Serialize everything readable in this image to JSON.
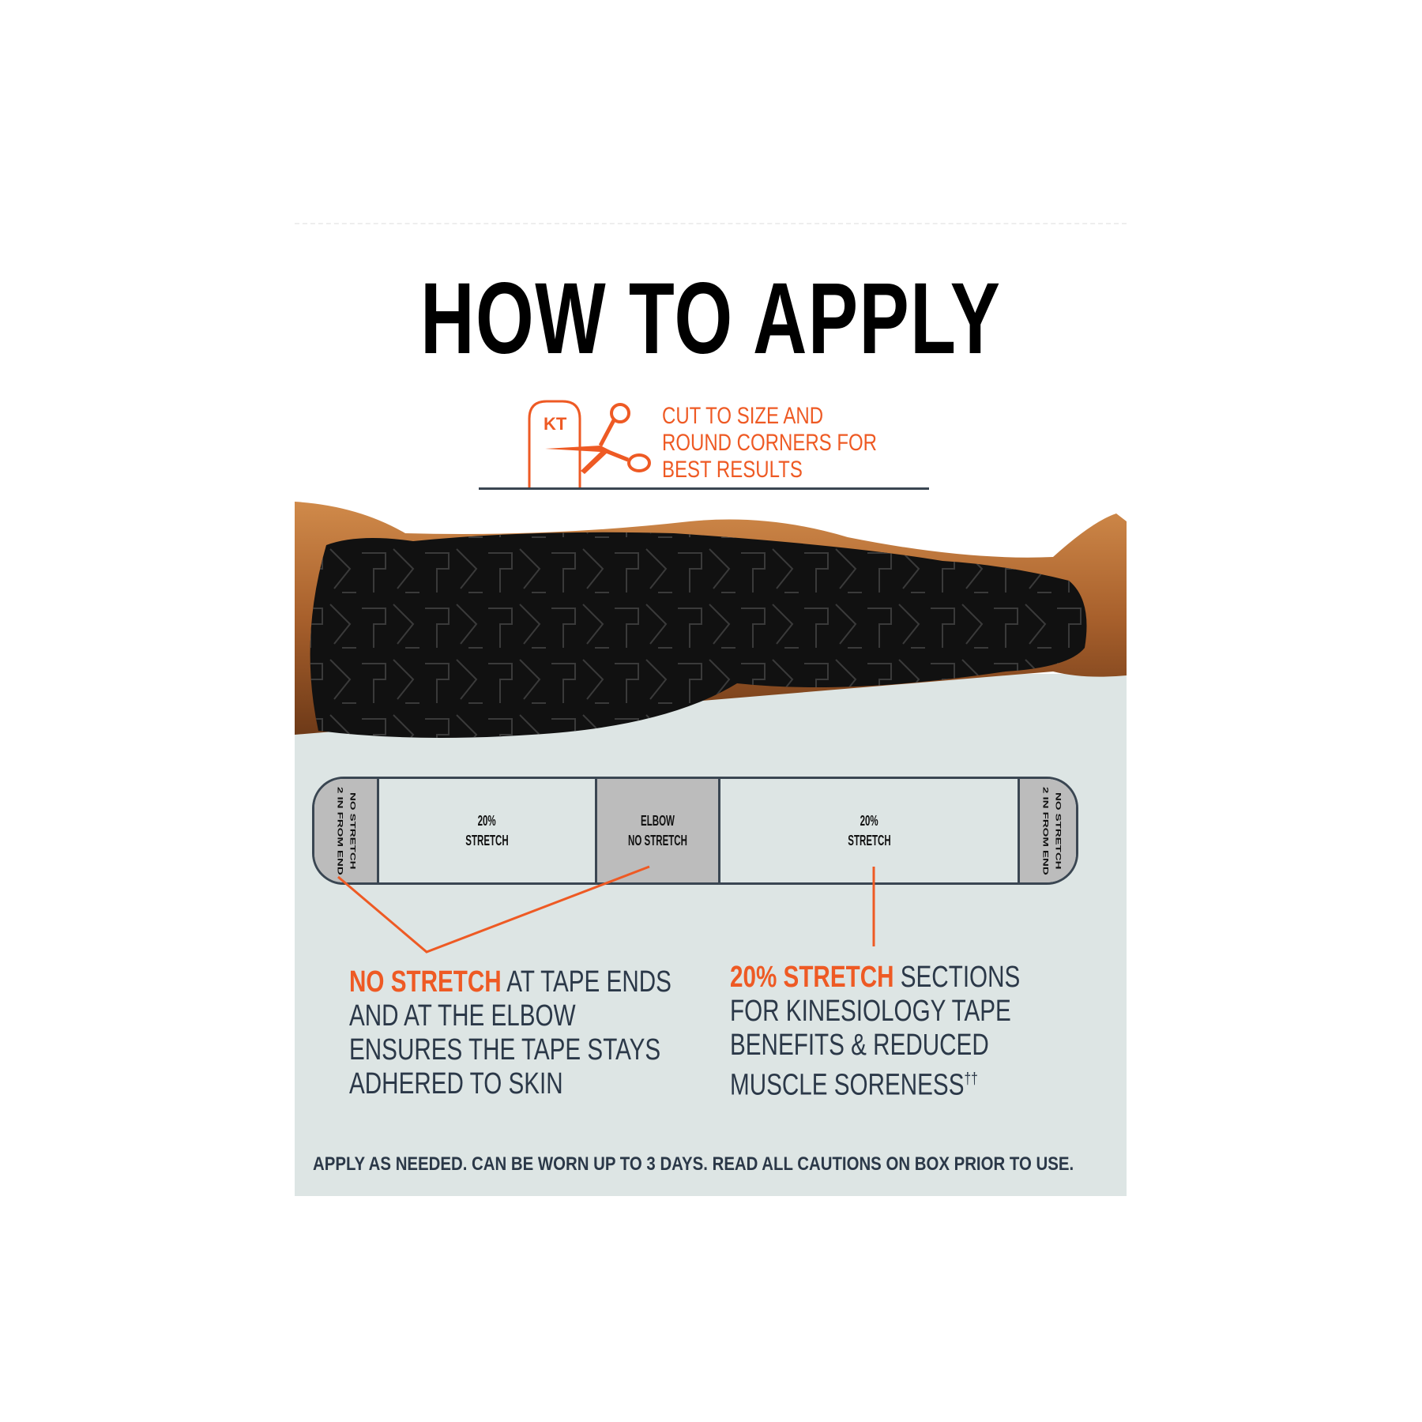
{
  "title": "HOW TO APPLY",
  "cut_instruction": {
    "lines": [
      "CUT TO SIZE AND",
      "ROUND CORNERS FOR",
      "BEST RESULTS"
    ],
    "icon": "scissors-cutting-tape-icon",
    "logo_text": "KT"
  },
  "tape_diagram": {
    "left_end": [
      "NO STRETCH",
      "2 IN FROM END"
    ],
    "section1": [
      "20%",
      "STRETCH"
    ],
    "elbow": [
      "ELBOW",
      "NO STRETCH"
    ],
    "section2": [
      "20%",
      "STRETCH"
    ],
    "right_end": [
      "NO STRETCH",
      "2 IN FROM END"
    ]
  },
  "left_note": {
    "highlight": "NO STRETCH",
    "rest_first": " AT TAPE ENDS",
    "lines": [
      "AND AT THE ELBOW",
      "ENSURES THE TAPE STAYS",
      "ADHERED TO SKIN"
    ]
  },
  "right_note": {
    "highlight": "20% STRETCH",
    "rest_first": " SECTIONS",
    "lines": [
      "FOR KINESIOLOGY TAPE",
      "BENEFITS & REDUCED"
    ],
    "last_line": "MUSCLE SORENESS",
    "footnote_mark": "††"
  },
  "footer": "APPLY AS NEEDED. CAN BE WORN UP TO 3 DAYS. READ ALL CAUTIONS ON BOX PRIOR TO USE.",
  "colors": {
    "accent": "#ee5a24",
    "text": "#2b3848",
    "panel": "#dde5e4"
  }
}
